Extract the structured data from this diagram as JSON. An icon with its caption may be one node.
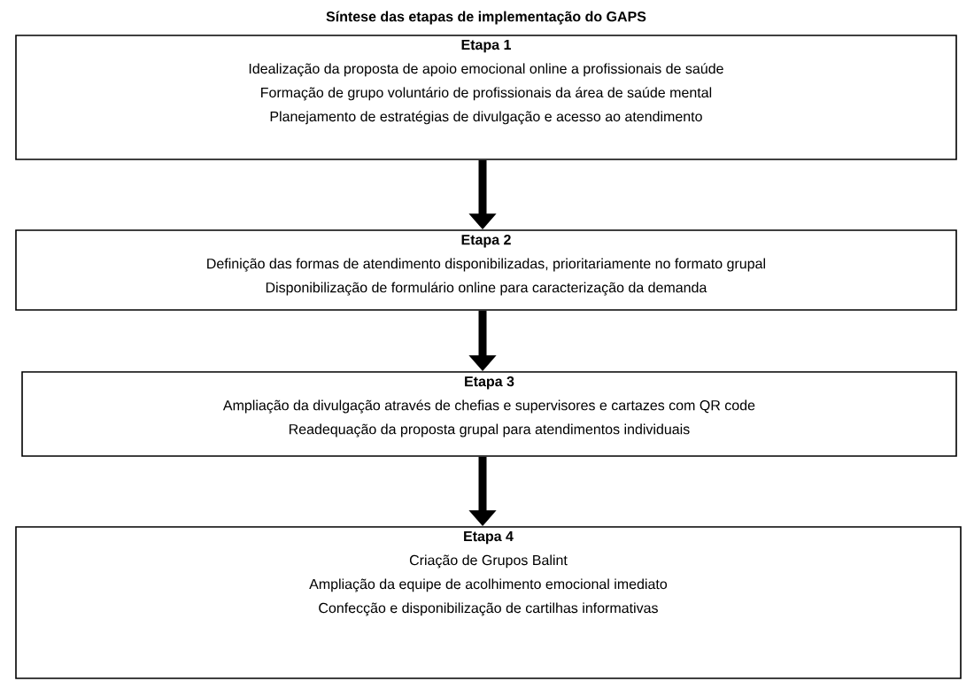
{
  "diagram": {
    "title": "Síntese das etapas de implementação do GAPS",
    "nodes": [
      {
        "text": [
          "Etapa 1",
          "Idealização da proposta de apoio emocional online a profissionais de saúde",
          "Formação de grupo voluntário de profissionais da área de saúde mental",
          "Planejamento de estratégias de divulgação e acesso ao atendimento"
        ]
      },
      {
        "text": [
          "Etapa 2",
          "Definição das formas de atendimento disponibilizadas, prioritariamente no formato grupal",
          "Disponibilização de formulário online para caracterização da demanda"
        ]
      },
      {
        "text": [
          "Etapa 3",
          "Ampliação da divulgação através de chefias e supervisores e cartazes com QR code",
          "Readequação da proposta grupal para atendimentos individuais"
        ]
      },
      {
        "text": [
          "Etapa 4",
          "Criação de Grupos Balint",
          "Ampliação da equipe de acolhimento emocional imediato",
          "Confecção e disponibilização de cartilhas informativas"
        ]
      }
    ],
    "edges": [
      {
        "from": 0,
        "to": 1,
        "arrow": "to"
      },
      {
        "from": 1,
        "to": 2,
        "arrow": "to"
      },
      {
        "from": 2,
        "to": 3,
        "arrow": "to"
      }
    ]
  }
}
